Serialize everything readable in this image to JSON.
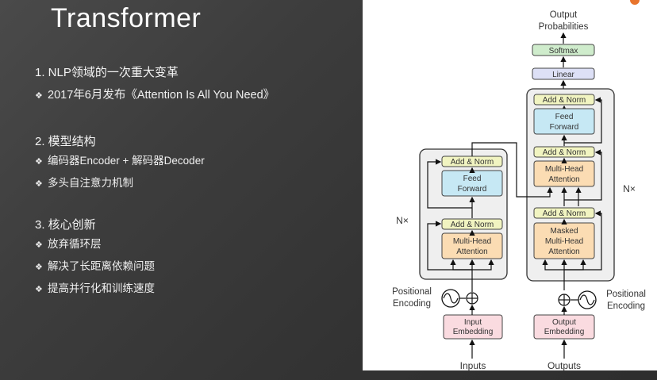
{
  "slide": {
    "title": "Transformer",
    "sections": [
      {
        "heading": "1. NLP领域的一次重大变革",
        "bullets": [
          "2017年6月发布《Attention Is All You Need》"
        ]
      },
      {
        "heading": "2. 模型结构",
        "bullets": [
          "编码器Encoder + 解码器Decoder",
          "多头自注意力机制"
        ]
      },
      {
        "heading": "3. 核心创新",
        "bullets": [
          "放弃循环层",
          "解决了长距离依赖问题",
          "提高并行化和训练速度"
        ]
      }
    ],
    "bullet_symbol": "❖"
  },
  "diagram": {
    "output_probabilities_line1": "Output",
    "output_probabilities_line2": "Probabilities",
    "softmax": "Softmax",
    "linear": "Linear",
    "add_norm": "Add & Norm",
    "feed_forward_line1": "Feed",
    "feed_forward_line2": "Forward",
    "multi_head_line1": "Multi-Head",
    "multi_head_line2": "Attention",
    "masked_line1": "Masked",
    "masked_line2": "Multi-Head",
    "masked_line3": "Attention",
    "nx_left": "N×",
    "nx_right": "N×",
    "positional_line1": "Positional",
    "positional_line2": "Encoding",
    "input_embedding_line1": "Input",
    "input_embedding_line2": "Embedding",
    "output_embedding_line1": "Output",
    "output_embedding_line2": "Embedding",
    "inputs": "Inputs",
    "outputs": "Outputs",
    "colors": {
      "add_norm": "#f1f4c1",
      "feed_forward": "#c6e8f4",
      "attention": "#fbdcb3",
      "linear": "#dde0f6",
      "softmax": "#cfeccc",
      "embedding": "#fadbe0",
      "block_bg": "#efefef"
    }
  }
}
